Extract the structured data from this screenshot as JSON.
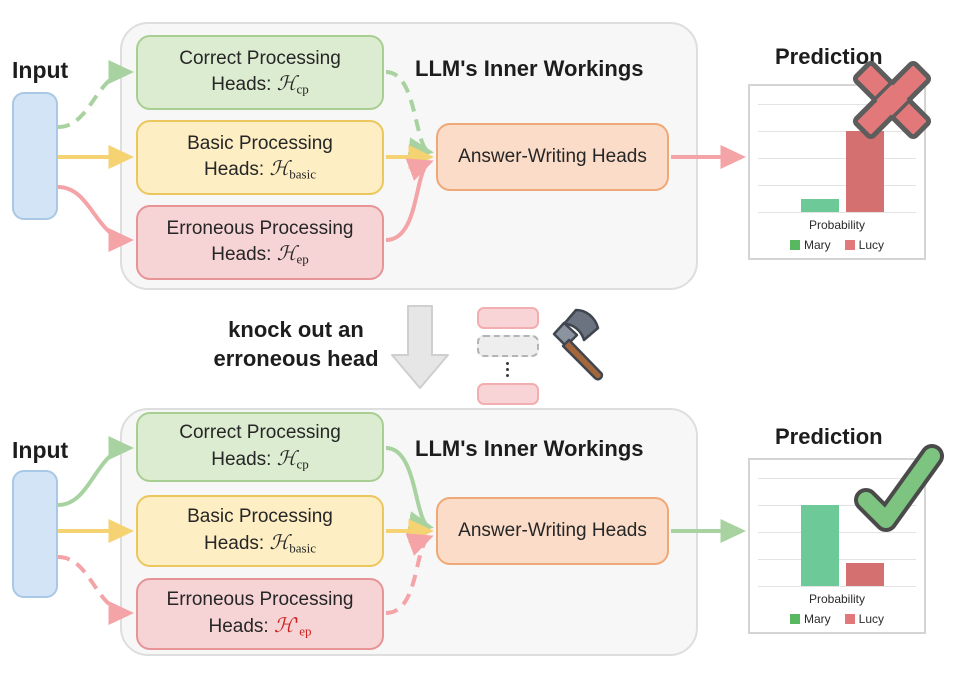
{
  "panels": {
    "top": {
      "input_label": "Input",
      "inner_title": "LLM's Inner Workings",
      "prediction_title": "Prediction",
      "heads": [
        {
          "line1": "Correct Processing",
          "line2_prefix": "Heads: ",
          "symbol": "H",
          "subscript": "cp",
          "prime": ""
        },
        {
          "line1": "Basic Processing",
          "line2_prefix": "Heads: ",
          "symbol": "H",
          "subscript": "basic",
          "prime": ""
        },
        {
          "line1": "Erroneous Processing",
          "line2_prefix": "Heads: ",
          "symbol": "H",
          "subscript": "ep",
          "prime": ""
        }
      ],
      "answer_box_label": "Answer-Writing Heads",
      "verdict_icon": "cross-mark-icon"
    },
    "bottom": {
      "input_label": "Input",
      "inner_title": "LLM's Inner Workings",
      "prediction_title": "Prediction",
      "heads": [
        {
          "line1": "Correct Processing",
          "line2_prefix": "Heads: ",
          "symbol": "H",
          "subscript": "cp",
          "prime": ""
        },
        {
          "line1": "Basic Processing",
          "line2_prefix": "Heads: ",
          "symbol": "H",
          "subscript": "basic",
          "prime": ""
        },
        {
          "line1": "Erroneous Processing",
          "line2_prefix": "Heads: ",
          "symbol": "H",
          "subscript": "ep",
          "prime": "'"
        }
      ],
      "answer_box_label": "Answer-Writing Heads",
      "verdict_icon": "check-mark-icon"
    }
  },
  "middle": {
    "caption_line1": "knock out an",
    "caption_line2": "erroneous head",
    "arrow_icon": "down-arrow-icon",
    "hammer_icon": "hammer-icon",
    "stack": [
      {
        "state": "active"
      },
      {
        "state": "knocked-out"
      },
      {
        "state": "ellipsis"
      },
      {
        "state": "active"
      }
    ]
  },
  "colors": {
    "correct_green": "#dcecd1",
    "correct_green_border": "#a9ce92",
    "basic_yellow": "#fdeec4",
    "basic_yellow_border": "#ecc75e",
    "erroneous_pink": "#f6d3d4",
    "erroneous_pink_border": "#e79497",
    "answer_orange": "#fbdcc8",
    "answer_orange_border": "#efa878",
    "input_blue": "#d2e4f5",
    "arrow_green": "#a8d3a0",
    "arrow_yellow": "#f5d272",
    "arrow_pink": "#f4a3a7",
    "bar_mary": "#6ec999",
    "bar_lucy": "#d4706f",
    "cross_red": "#e2787a",
    "check_green": "#7cc47f",
    "symbol_red": "#cc2222"
  },
  "chart_data": [
    {
      "type": "bar",
      "title": "Prediction",
      "panel": "top",
      "categories": [
        "Mary",
        "Lucy"
      ],
      "values": [
        0.1,
        0.73
      ],
      "xlabel": "Probability",
      "ylabel": "",
      "ylim": [
        0,
        1
      ],
      "grid": true,
      "gridlines": 5,
      "legend": [
        "Mary",
        "Lucy"
      ],
      "legend_position": "bottom",
      "series_colors": [
        "#6ec999",
        "#d4706f"
      ],
      "verdict": "incorrect"
    },
    {
      "type": "bar",
      "title": "Prediction",
      "panel": "bottom",
      "categories": [
        "Mary",
        "Lucy"
      ],
      "values": [
        0.73,
        0.17
      ],
      "xlabel": "Probability",
      "ylabel": "",
      "ylim": [
        0,
        1
      ],
      "grid": true,
      "gridlines": 5,
      "legend": [
        "Mary",
        "Lucy"
      ],
      "legend_position": "bottom",
      "series_colors": [
        "#6ec999",
        "#d4706f"
      ],
      "verdict": "correct"
    }
  ]
}
